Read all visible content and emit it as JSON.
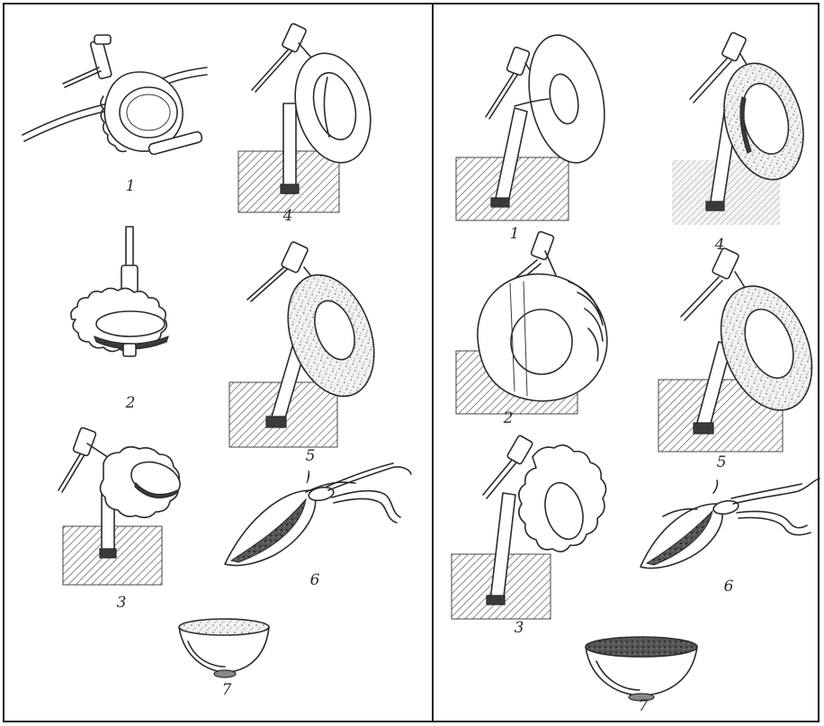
{
  "left_panel": {
    "steps": [
      {
        "id": "l1",
        "label": "1"
      },
      {
        "id": "l2",
        "label": "2"
      },
      {
        "id": "l3",
        "label": "3"
      },
      {
        "id": "l4",
        "label": "4"
      },
      {
        "id": "l5",
        "label": "5"
      },
      {
        "id": "l6",
        "label": "6"
      },
      {
        "id": "l7",
        "label": "7"
      }
    ]
  },
  "right_panel": {
    "steps": [
      {
        "id": "r1",
        "label": "1"
      },
      {
        "id": "r2",
        "label": "2"
      },
      {
        "id": "r3",
        "label": "3"
      },
      {
        "id": "r4",
        "label": "4"
      },
      {
        "id": "r5",
        "label": "5"
      },
      {
        "id": "r6",
        "label": "6"
      },
      {
        "id": "r7",
        "label": "7"
      }
    ]
  },
  "colors": {
    "ink": "#2b2b2b",
    "hatch": "#555555",
    "paper": "#ffffff"
  }
}
